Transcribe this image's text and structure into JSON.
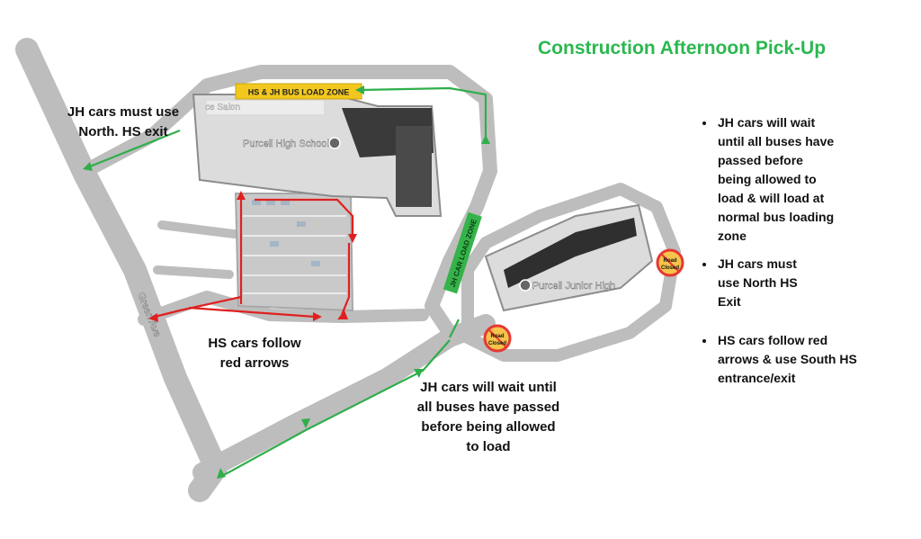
{
  "title": "Construction Afternoon Pick-Up",
  "map_labels": {
    "hs_jh_bus_zone": "HS & JH BUS LOAD ZONE",
    "jh_car_zone": "JH CAR LOAD ZONE",
    "high_school": "Purcell High School",
    "junior_high": "Purcell Junior High",
    "salon": "ce Salon",
    "road": "Green Ave",
    "road_closed_1": "Road\nClosed",
    "road_closed_2": "Road\nClosed",
    "road_closed_line1": "Road",
    "road_closed_line2": "Closed"
  },
  "callouts": {
    "jh_north_exit": [
      "JH cars  must  use",
      "North. HS exit"
    ],
    "hs_red_arrows": [
      "HS cars follow",
      "red arrows"
    ],
    "jh_wait": [
      "JH cars will wait until",
      "all buses have passed",
      "before being allowed",
      "to load"
    ]
  },
  "notes": [
    [
      "JH cars will wait",
      "until all buses have",
      "passed before",
      "being allowed to",
      "load & will load at",
      "normal bus loading",
      "zone"
    ],
    [
      "JH cars  must",
      "use North HS",
      "Exit"
    ],
    [
      "HS cars follow red",
      "arrows & use South HS",
      "entrance/exit"
    ]
  ],
  "colors": {
    "title_green": "#2bb84f",
    "route_red": "#e02020",
    "route_green": "#2fae4a",
    "bus_zone_yellow": "#f3c81e",
    "car_zone_green": "#35b34a",
    "road_gray": "#b8b8b8",
    "road_closed_red": "#e53935",
    "road_closed_fill": "#f6c44a"
  }
}
